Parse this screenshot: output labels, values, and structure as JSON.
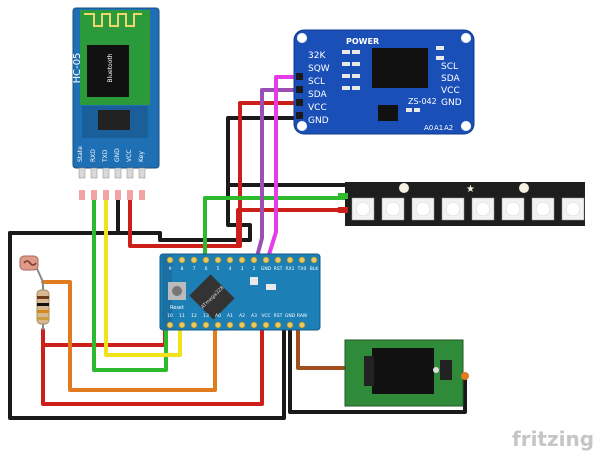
{
  "diagram": {
    "bluetooth": {
      "model": "HC-05",
      "brand": "Bluetooth",
      "pins": [
        "State",
        "RXD",
        "TXD",
        "GND",
        "VCC",
        "Key"
      ]
    },
    "rtc": {
      "power_label": "POWER",
      "model": "ZS-042",
      "left_pins": [
        "32K",
        "SQW",
        "SCL",
        "SDA",
        "VCC",
        "GND"
      ],
      "right_pins": [
        "SCL",
        "SDA",
        "VCC",
        "GND"
      ],
      "address_labels": [
        "A0",
        "A1",
        "A2"
      ]
    },
    "arduino": {
      "chip_label": "ATmega328",
      "reset_label": "Reset",
      "top_pins": [
        "9",
        "8",
        "7",
        "6",
        "5",
        "4",
        "3",
        "2",
        "GND",
        "RST",
        "RX1",
        "TX0",
        "BLK"
      ],
      "bottom_pins": [
        "10",
        "11",
        "12",
        "13",
        "A0",
        "A1",
        "A2",
        "A3",
        "VCC",
        "RST",
        "GND",
        "RAW"
      ]
    },
    "strip": {
      "led_count": 8
    },
    "watermark": "fritzing"
  },
  "colors": {
    "wire_black": "#1a1a1a",
    "wire_red": "#cc1f1a",
    "wire_green": "#2dbb2d",
    "wire_yellow": "#f2e21a",
    "wire_orange": "#e07b1f",
    "wire_magenta": "#e53ce5",
    "wire_purple": "#9b4fb5",
    "wire_brown": "#a0501e",
    "bt_board": "#1f6fb5",
    "rtc_board": "#1b4fb8",
    "arduino_board": "#1c7fb6",
    "strip_board": "#1e1e1e",
    "jack_board": "#2f8a3a"
  }
}
